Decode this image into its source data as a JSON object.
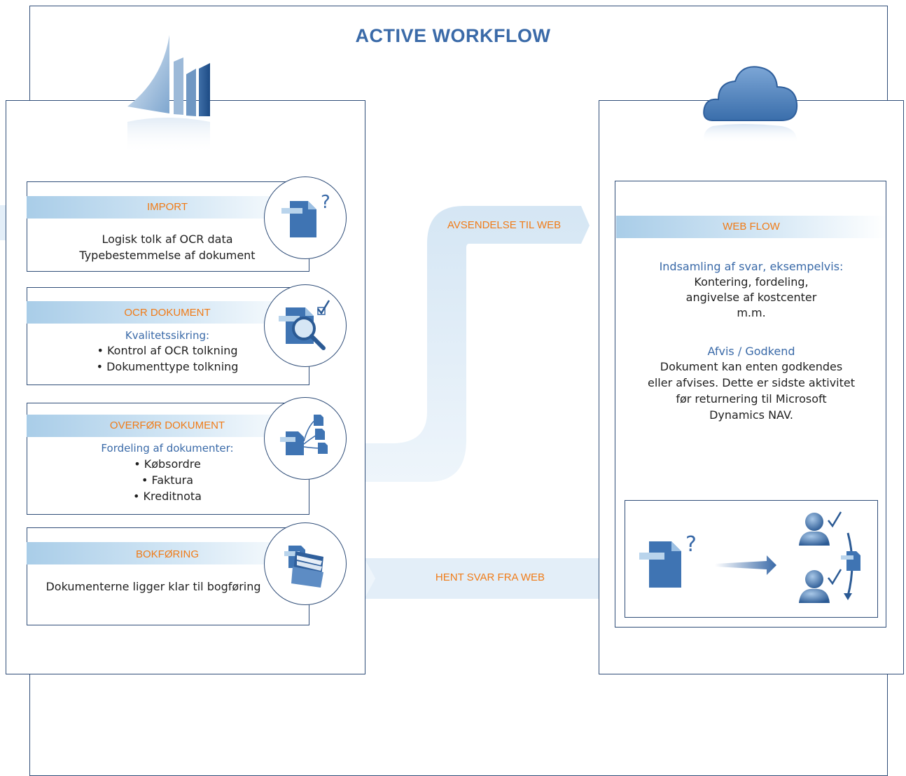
{
  "title": "ACTIVE WORKFLOW",
  "left_panel": {
    "cards": [
      {
        "label": "IMPORT",
        "lines": [
          "Logisk tolk af OCR data",
          "Typebestemmelse af dokument"
        ]
      },
      {
        "label": "OCR DOKUMENT",
        "subtitle": "Kvalitetssikring:",
        "lines": [
          "• Kontrol af OCR tolkning",
          "• Dokumenttype tolkning"
        ]
      },
      {
        "label": "OVERFØR DOKUMENT",
        "subtitle": "Fordeling af dokumenter:",
        "lines": [
          "• Købsordre",
          "• Faktura",
          "• Kreditnota"
        ]
      },
      {
        "label": "BOKFØRING",
        "lines": [
          "Dokumenterne ligger klar til bogføring"
        ]
      }
    ]
  },
  "arrows": {
    "send": "AVSENDELSE TIL WEB",
    "fetch": "HENT SVAR FRA WEB"
  },
  "right_panel": {
    "label": "WEB FLOW",
    "section1_title": "Indsamling af svar, eksempelvis:",
    "section1_lines": [
      "Kontering, fordeling,",
      "angivelse af kostcenter",
      "m.m."
    ],
    "section2_title": "Afvis / Godkend",
    "section2_lines": [
      "Dokument kan enten godkendes",
      "eller afvises. Dette er sidste aktivitet",
      "før returnering til Microsoft",
      "Dynamics NAV."
    ]
  },
  "colors": {
    "accent": "#f07b17",
    "blue": "#3a6aa8",
    "border": "#2f4d78",
    "band": "#a9cde8"
  }
}
